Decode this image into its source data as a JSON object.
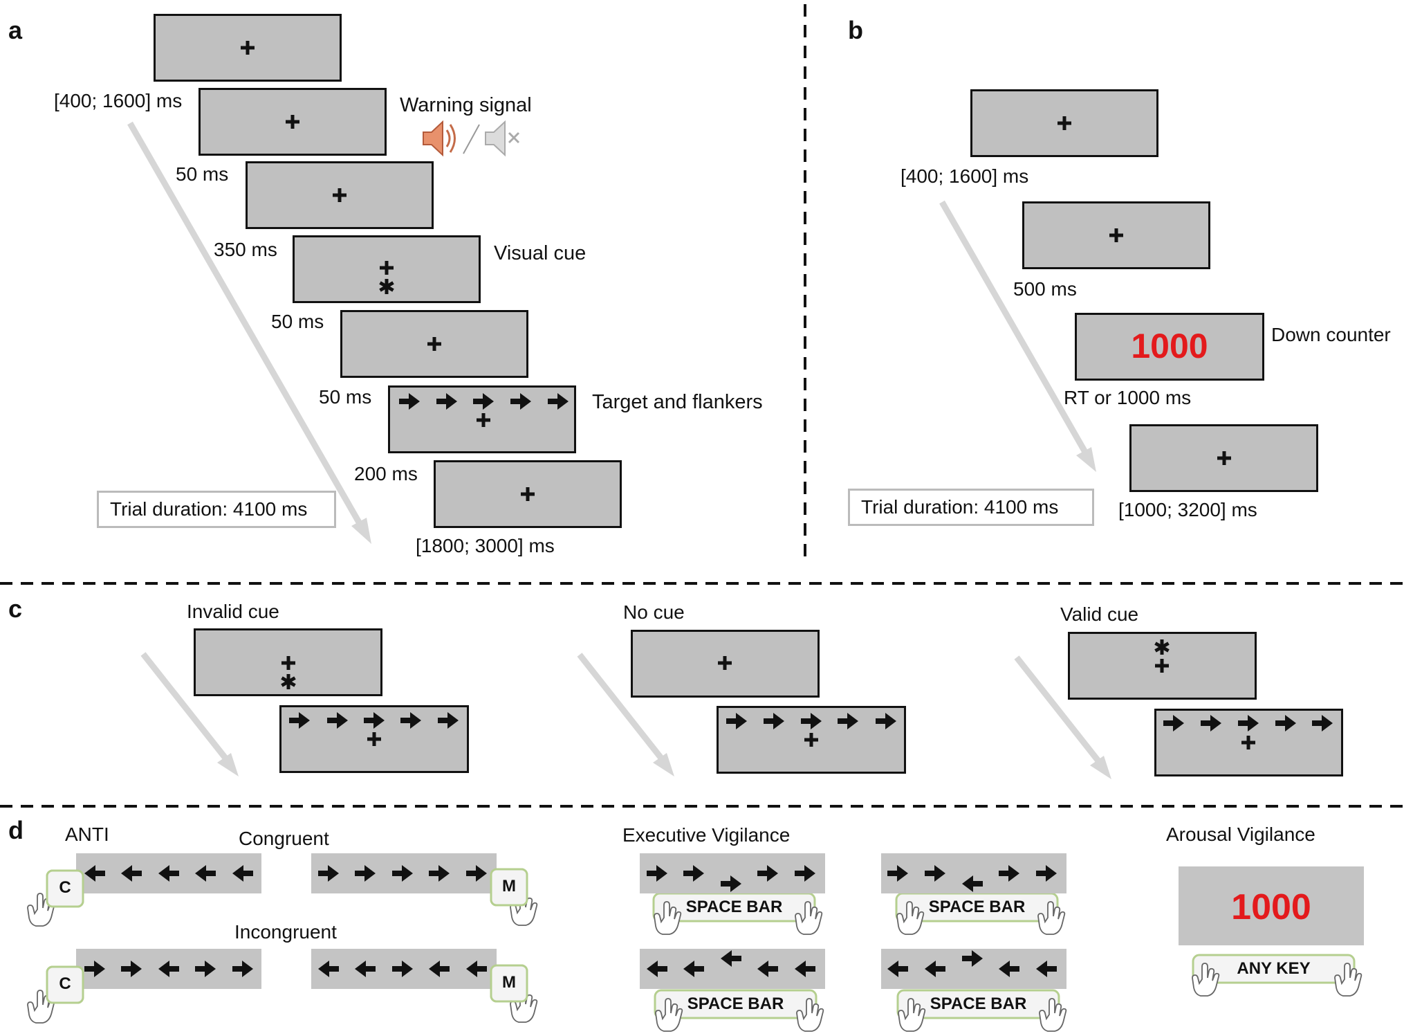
{
  "panels": {
    "a": "a",
    "b": "b",
    "c": "c",
    "d": "d"
  },
  "panel_a": {
    "times": [
      "[400; 1600] ms",
      "50 ms",
      "350 ms",
      "50 ms",
      "50 ms",
      "200 ms",
      "[1800; 3000] ms"
    ],
    "warning_signal": "Warning signal",
    "visual_cue": "Visual cue",
    "target_flankers": "Target and flankers",
    "trial_duration": "Trial duration: 4100 ms"
  },
  "panel_b": {
    "times": [
      "[400; 1600] ms",
      "500 ms",
      "RT or 1000 ms",
      "[1000; 3200] ms"
    ],
    "counter_value": "1000",
    "down_counter": "Down counter",
    "trial_duration": "Trial duration: 4100 ms"
  },
  "panel_c": {
    "invalid_cue": "Invalid cue",
    "no_cue": "No cue",
    "valid_cue": "Valid cue"
  },
  "panel_d": {
    "anti": "ANTI",
    "congruent": "Congruent",
    "incongruent": "Incongruent",
    "key_c": "C",
    "key_m": "M",
    "executive_vigilance": "Executive Vigilance",
    "space_bar": "SPACE BAR",
    "arousal_vigilance": "Arousal Vigilance",
    "arousal_counter": "1000",
    "any_key": "ANY KEY"
  },
  "colors": {
    "screen": "#c0c0c0",
    "arrow_gray": "#d6d6d6",
    "counter_red": "#e31a1c",
    "key_border": "#b5cf8f"
  },
  "icons": [
    "speaker-on-icon",
    "speaker-muted-icon",
    "fixation-cross",
    "cue-asterisk",
    "arrow-right",
    "arrow-left",
    "pointing-hand-icon"
  ]
}
